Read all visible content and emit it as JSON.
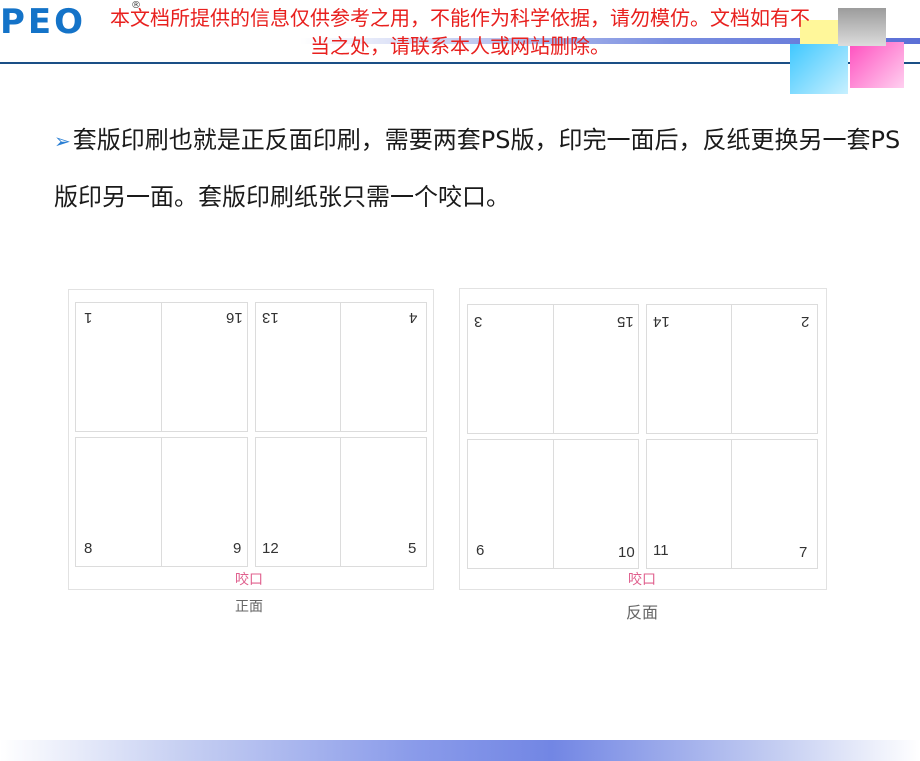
{
  "header": {
    "logo_text": "PEO",
    "notice_line1": "本文档所提供的信息仅供参考之用，不能作为科学依据，请勿模仿。文档如有不",
    "notice_line2": "当之处，请联系本人或网站删除。"
  },
  "body": {
    "bullet_glyph": "➢",
    "paragraph": "套版印刷也就是正反面印刷，需要两套PS版，印完一面后，反纸更换另一套PS版印另一面。套版印刷纸张只需一个咬口。"
  },
  "front": {
    "top_pages": [
      "1",
      "16",
      "13",
      "4"
    ],
    "bottom_pages": [
      "8",
      "9",
      "12",
      "5"
    ],
    "grip_label": "咬口",
    "side_label": "正面"
  },
  "back": {
    "top_pages": [
      "3",
      "15",
      "14",
      "2"
    ],
    "bottom_pages": [
      "6",
      "10",
      "11",
      "7"
    ],
    "grip_label": "咬口",
    "side_label": "反面"
  }
}
